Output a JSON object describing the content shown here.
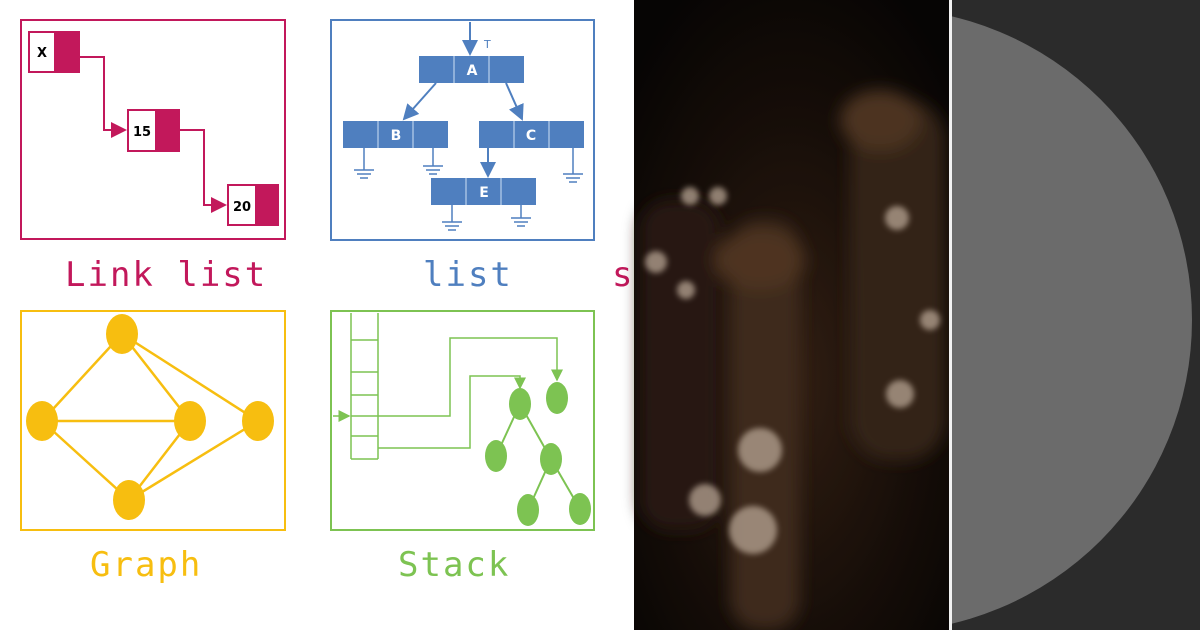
{
  "colors": {
    "linklist": "#c2185b",
    "tree": "#4f7fbf",
    "graph": "#f7be10",
    "stack": "#7dc352",
    "bg_right": "#2b2b2b",
    "circle": "#6b6b6b"
  },
  "panels": {
    "linklist": {
      "caption": "Link list",
      "nodes": [
        "X",
        "15",
        "20"
      ]
    },
    "tree": {
      "caption": "list",
      "top_marker": "T",
      "nodes": [
        "A",
        "B",
        "C",
        "E"
      ]
    },
    "graph": {
      "caption": "Graph"
    },
    "stack": {
      "caption": "Stack"
    },
    "cut_caption": "s"
  }
}
